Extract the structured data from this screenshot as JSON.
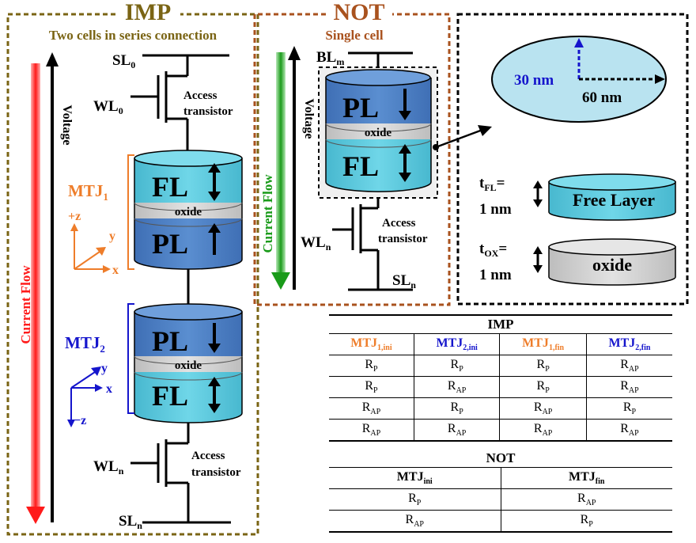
{
  "imp_panel": {
    "title": "IMP",
    "subtitle": "Two cells in series connection",
    "sl0": "SL",
    "sl0_sub": "0",
    "wl0": "WL",
    "wl0_sub": "0",
    "access_line1": "Access",
    "access_line2": "transistor",
    "mtj1": "MTJ",
    "mtj1_sub": "1",
    "mtj2": "MTJ",
    "mtj2_sub": "2",
    "fl": "FL",
    "pl": "PL",
    "oxide": "oxide",
    "axis_plus_z": "+z",
    "axis_minus_z": "−z",
    "axis_x": "x",
    "axis_y": "y",
    "voltage": "Voltage",
    "current_flow": "Current Flow",
    "wln": "WL",
    "wln_sub": "n",
    "sln": "SL",
    "sln_sub": "n"
  },
  "not_panel": {
    "title": "NOT",
    "subtitle": "Single cell",
    "blm": "BL",
    "blm_sub": "m",
    "pl": "PL",
    "fl": "FL",
    "oxide": "oxide",
    "voltage": "Voltage",
    "current_flow": "Current Flow",
    "access_line1": "Access",
    "access_line2": "transistor",
    "wln": "WL",
    "wln_sub": "n",
    "sln": "SL",
    "sln_sub": "n"
  },
  "detail_panel": {
    "dim_30": "30 nm",
    "dim_60": "60 nm",
    "tfl": "t",
    "tfl_sub": "FL",
    "eq": "=",
    "one_nm": "1 nm",
    "free_layer": "Free Layer",
    "tox": "t",
    "tox_sub": "OX",
    "oxide": "oxide"
  },
  "imp_table": {
    "title": "IMP",
    "headers": [
      {
        "main": "MTJ",
        "sub": "1,ini"
      },
      {
        "main": "MTJ",
        "sub": "2,ini"
      },
      {
        "main": "MTJ",
        "sub": "1,fin"
      },
      {
        "main": "MTJ",
        "sub": "2,fin"
      }
    ],
    "rows": [
      [
        {
          "m": "R",
          "s": "P"
        },
        {
          "m": "R",
          "s": "P"
        },
        {
          "m": "R",
          "s": "P"
        },
        {
          "m": "R",
          "s": "AP"
        }
      ],
      [
        {
          "m": "R",
          "s": "P"
        },
        {
          "m": "R",
          "s": "AP"
        },
        {
          "m": "R",
          "s": "P"
        },
        {
          "m": "R",
          "s": "AP"
        }
      ],
      [
        {
          "m": "R",
          "s": "AP"
        },
        {
          "m": "R",
          "s": "P"
        },
        {
          "m": "R",
          "s": "AP"
        },
        {
          "m": "R",
          "s": "P"
        }
      ],
      [
        {
          "m": "R",
          "s": "AP"
        },
        {
          "m": "R",
          "s": "AP"
        },
        {
          "m": "R",
          "s": "AP"
        },
        {
          "m": "R",
          "s": "AP"
        }
      ]
    ]
  },
  "not_table": {
    "title": "NOT",
    "headers": [
      {
        "main": "MTJ",
        "sub": "ini"
      },
      {
        "main": "MTJ",
        "sub": "fin"
      }
    ],
    "rows": [
      [
        {
          "m": "R",
          "s": "P"
        },
        {
          "m": "R",
          "s": "AP"
        }
      ],
      [
        {
          "m": "R",
          "s": "AP"
        },
        {
          "m": "R",
          "s": "P"
        }
      ]
    ]
  },
  "colors": {
    "imp_border": "#7a6414",
    "not_border": "#a9521e",
    "mtj1_label": "#ee7d2a",
    "mtj2_label": "#1515cc",
    "current_red": "#ff1a1a",
    "current_green": "#1a9b1a",
    "pl_fill": "#4c7fc3",
    "fl_fill": "#5cc8dc",
    "oxide_fill": "#d0d0d0",
    "ellipse_fill": "#b9e3f0"
  }
}
